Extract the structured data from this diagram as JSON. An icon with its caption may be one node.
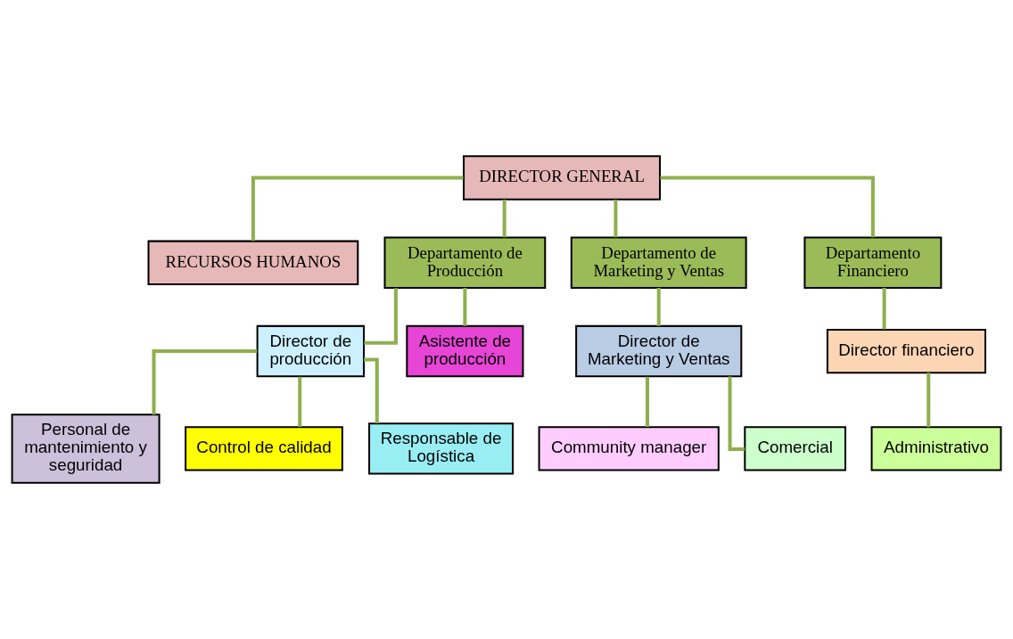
{
  "diagram": {
    "nodes": [
      {
        "text": [
          "DIRECTOR GENERAL"
        ]
      },
      {
        "text": [
          "RECURSOS HUMANOS"
        ]
      },
      {
        "text": [
          "Departamento de Producción"
        ]
      },
      {
        "text": [
          "Departamento de Marketing y Ventas"
        ]
      },
      {
        "text": [
          "Departamento Financiero"
        ]
      },
      {
        "text": [
          "Director de producción"
        ]
      },
      {
        "text": [
          "Asistente de producción"
        ]
      },
      {
        "text": [
          "Personal de mantenimiento y seguridad"
        ]
      },
      {
        "text": [
          "Control de calidad"
        ]
      },
      {
        "text": [
          "Responsable de Logística"
        ]
      },
      {
        "text": [
          "Director de Marketing y Ventas"
        ]
      },
      {
        "text": [
          "Community manager"
        ]
      },
      {
        "text": [
          "Comercial"
        ]
      },
      {
        "text": [
          "Director financiero"
        ]
      },
      {
        "text": [
          "Administrativo"
        ]
      }
    ],
    "edges": [
      {
        "from": 0,
        "to": 1,
        "arrow": "none"
      },
      {
        "from": 0,
        "to": 2,
        "arrow": "none"
      },
      {
        "from": 0,
        "to": 3,
        "arrow": "none"
      },
      {
        "from": 0,
        "to": 4,
        "arrow": "none"
      },
      {
        "from": 2,
        "to": 5,
        "arrow": "none"
      },
      {
        "from": 2,
        "to": 6,
        "arrow": "none"
      },
      {
        "from": 5,
        "to": 7,
        "arrow": "none"
      },
      {
        "from": 5,
        "to": 8,
        "arrow": "none"
      },
      {
        "from": 5,
        "to": 9,
        "arrow": "none"
      },
      {
        "from": 3,
        "to": 10,
        "arrow": "none"
      },
      {
        "from": 10,
        "to": 11,
        "arrow": "none"
      },
      {
        "from": 10,
        "to": 12,
        "arrow": "none"
      },
      {
        "from": 4,
        "to": 13,
        "arrow": "none"
      },
      {
        "from": 13,
        "to": 14,
        "arrow": "none"
      }
    ]
  }
}
